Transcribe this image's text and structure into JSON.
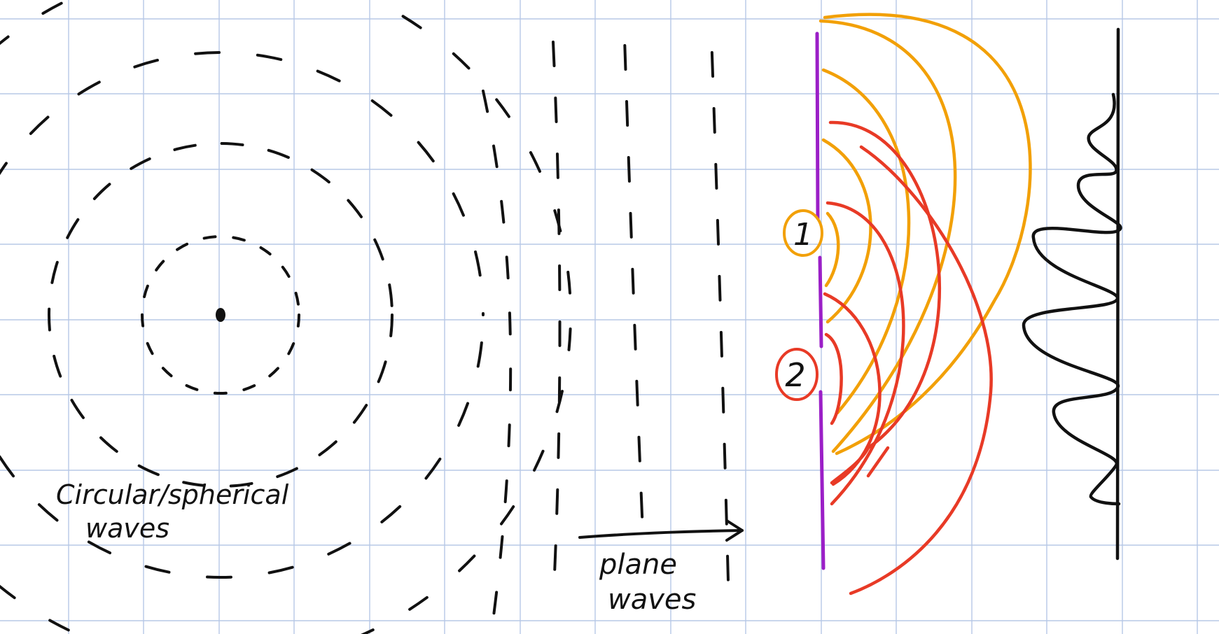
{
  "labels": {
    "circular_line1": "Circular/spherical",
    "circular_line2": "waves",
    "plane_line1": "plane",
    "plane_line2": "waves",
    "slit1": "1",
    "slit2": "2"
  },
  "colors": {
    "background": "#ffffff",
    "grid": "#b7c8e6",
    "ink": "#111111",
    "barrier": "#9b1fc7",
    "slit1_waves": "#f2a007",
    "slit2_waves": "#e83a26"
  },
  "icons": {
    "source": "point-source-dot-icon",
    "arrow": "propagation-arrow-icon"
  }
}
